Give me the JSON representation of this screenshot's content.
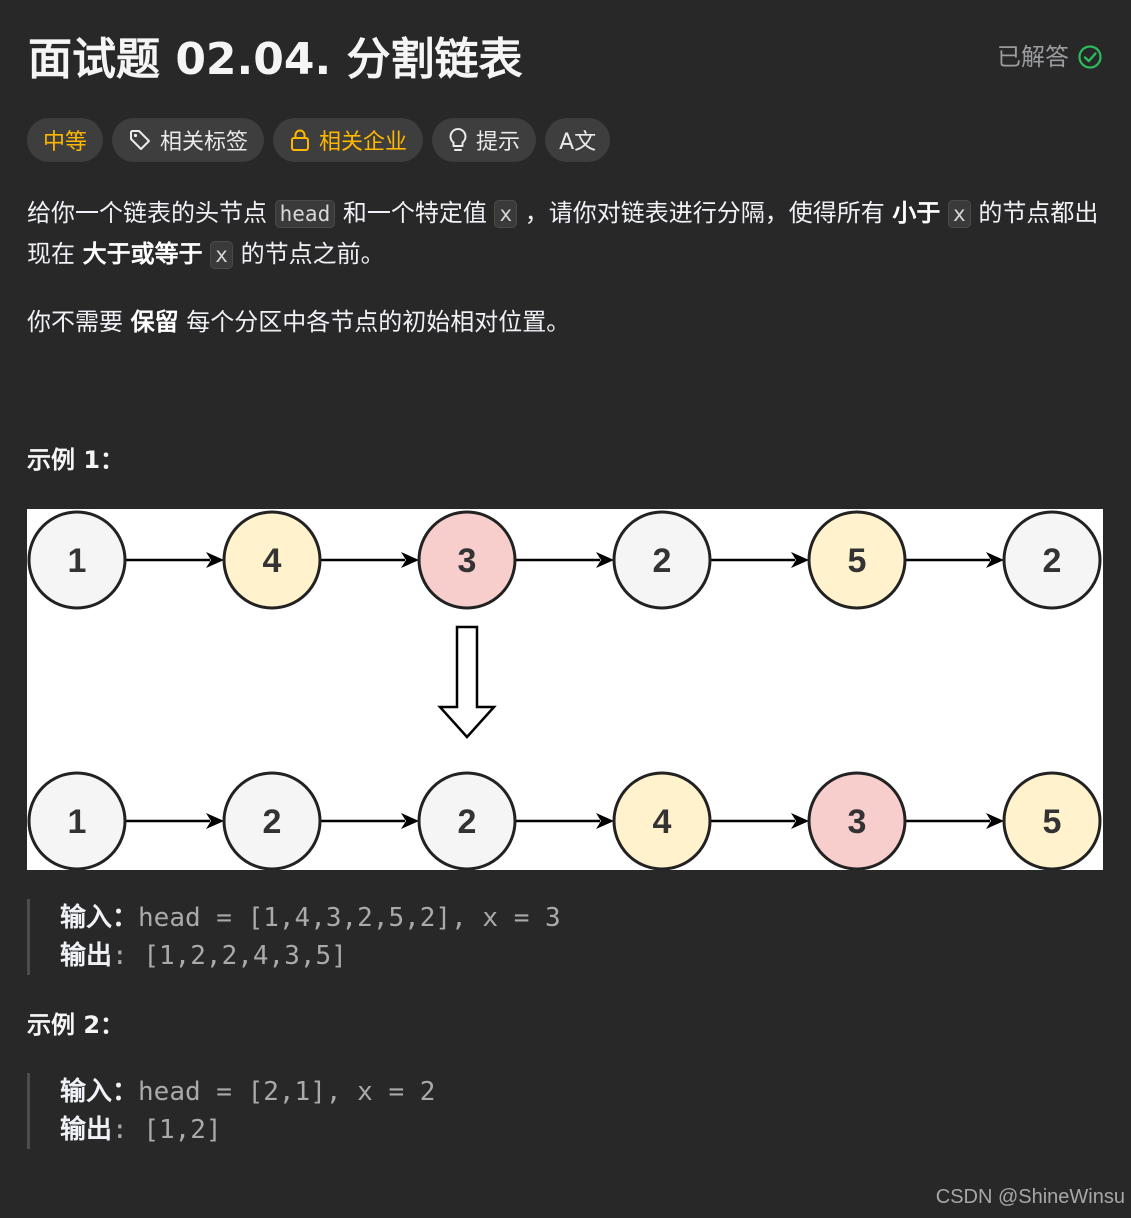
{
  "title": "面试题 02.04. 分割链表",
  "status": {
    "label": "已解答",
    "icon": "check-circle-icon",
    "color": "#2cbb5d"
  },
  "tags": {
    "difficulty": "中等",
    "related_tags": {
      "label": "相关标签",
      "icon": "tag-icon"
    },
    "related_companies": {
      "label": "相关企业",
      "icon": "lock-icon"
    },
    "hint": {
      "label": "提示",
      "icon": "lightbulb-icon"
    },
    "translate": {
      "label": "A文",
      "icon": "translate-icon"
    }
  },
  "description": {
    "p1": {
      "t1": "给你一个链表的头节点 ",
      "c1": "head",
      "t2": " 和一个特定值 ",
      "c2": "x",
      "t3": " ，请你对链表进行分隔，使得所有 ",
      "b1": "小于",
      "t4": " ",
      "c3": "x",
      "t5": " 的节点都出现在 ",
      "b2": "大于或等于",
      "t6": " ",
      "c4": "x",
      "t7": " 的节点之前。"
    },
    "p2": {
      "t1": "你不需要 ",
      "b1": "保留",
      "t2": " 每个分区中各节点的初始相对位置。"
    }
  },
  "examples": [
    {
      "title": "示例 1：",
      "input_label": "输入：",
      "input": "head = [1,4,3,2,5,2], x = 3",
      "output_label": "输出",
      "output": ": [1,2,2,4,3,5]"
    },
    {
      "title": "示例 2：",
      "input_label": "输入：",
      "input": "head = [2,1], x = 2",
      "output_label": "输出",
      "output": ": [1,2]"
    }
  ],
  "figure": {
    "top_row": [
      {
        "value": "1",
        "color": "#f5f5f5"
      },
      {
        "value": "4",
        "color": "#fff2cc"
      },
      {
        "value": "3",
        "color": "#f8cecc"
      },
      {
        "value": "2",
        "color": "#f5f5f5"
      },
      {
        "value": "5",
        "color": "#fff2cc"
      },
      {
        "value": "2",
        "color": "#f5f5f5"
      }
    ],
    "bottom_row": [
      {
        "value": "1",
        "color": "#f5f5f5"
      },
      {
        "value": "2",
        "color": "#f5f5f5"
      },
      {
        "value": "2",
        "color": "#f5f5f5"
      },
      {
        "value": "4",
        "color": "#fff2cc"
      },
      {
        "value": "3",
        "color": "#f8cecc"
      },
      {
        "value": "5",
        "color": "#fff2cc"
      }
    ]
  },
  "watermark": "CSDN @ShineWinsu"
}
